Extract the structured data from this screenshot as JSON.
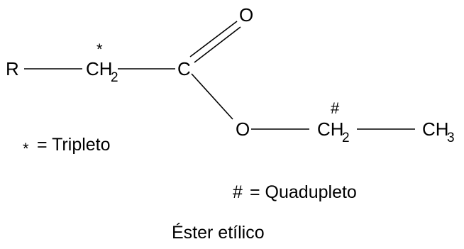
{
  "molecule": {
    "r_label": "R",
    "ch2_left": {
      "symbol": "CH",
      "subscript": "2",
      "marker": "*"
    },
    "carbonyl_c": "C",
    "carbonyl_o": "O",
    "ester_o": "O",
    "ch2_right": {
      "symbol": "CH",
      "subscript": "2",
      "marker": "#"
    },
    "ch3": {
      "symbol": "CH",
      "subscript": "3"
    }
  },
  "legend": {
    "asterisk": {
      "symbol": "*",
      "text": "= Tripleto"
    },
    "hash": {
      "symbol": "#",
      "text": "= Quadupleto"
    }
  },
  "caption": "Éster etílico"
}
